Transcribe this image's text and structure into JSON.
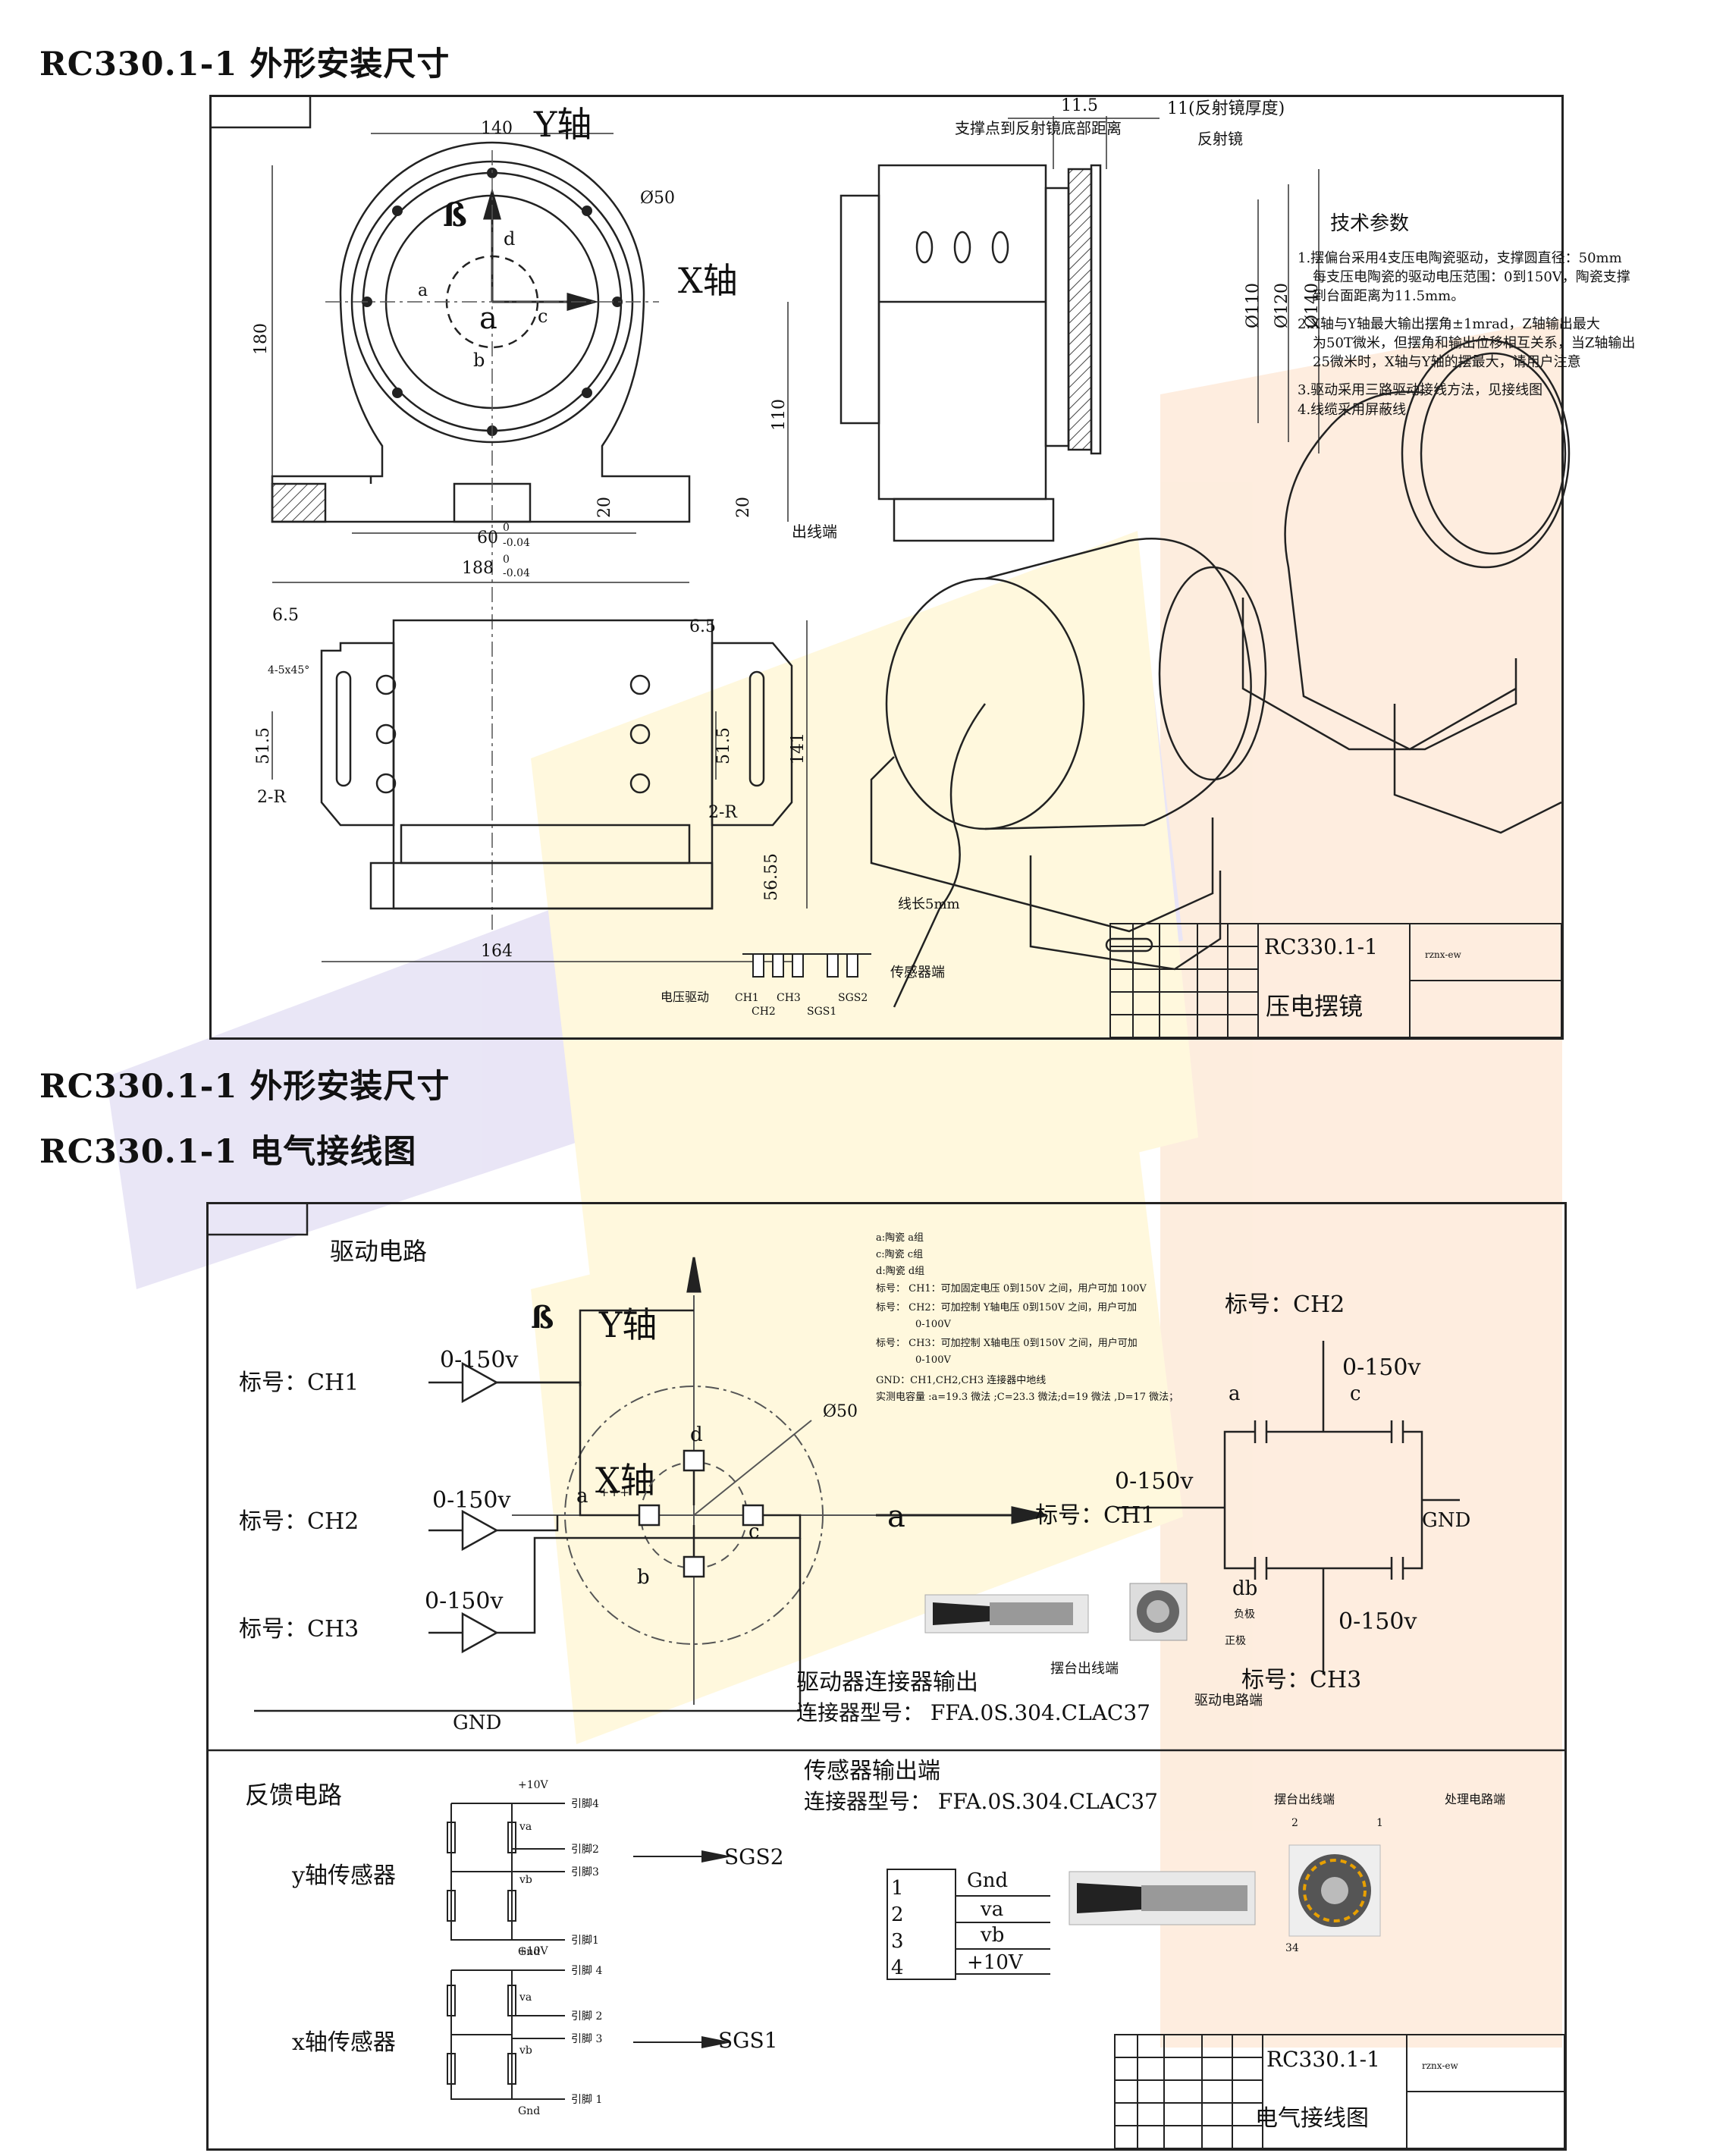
{
  "headings": {
    "h1": "RC330.1-1 外形安装尺寸",
    "h2": "RC330.1-1 外形安装尺寸",
    "h3": "RC330.1-1 电气接线图"
  },
  "drawing1": {
    "y_axis": "Y轴",
    "x_axis": "X轴",
    "dim_140": "140",
    "dim_180": "180",
    "dim_110": "110",
    "dim_20a": "20",
    "dim_20b": "20",
    "dim_60": "60",
    "tol_60_up": "0",
    "tol_60_low": "-0.04",
    "dim_188": "188",
    "tol_188_up": "0",
    "tol_188_low": "-0.04",
    "dia50": "Ø50",
    "beta": "ß",
    "lbl_a": "a",
    "lbl_a_big": "a",
    "lbl_b": "b",
    "lbl_c": "c",
    "lbl_d": "d",
    "dim_11_5": "11.5",
    "support_dist": "支撑点到反射镜底部距离",
    "mirror_thk": "11(反射镜厚度)",
    "mirror": "反射镜",
    "dia110": "Ø110",
    "dia120": "Ø120",
    "dia140": "Ø140",
    "tech_title": "技术参数",
    "tech_1a": "1.摆偏台采用4支压电陶瓷驱动，支撑圆直径：50mm",
    "tech_1b": "每支压电陶瓷的驱动电压范围：0到150V，陶瓷支撑",
    "tech_1c": "到台面距离为11.5mm。",
    "tech_2a": "2.X轴与Y轴最大输出摆角±1mrad，Z轴输出最大",
    "tech_2b": "为50T微米，但摆角和输出位移相互关系，当Z轴输出",
    "tech_2c": "25微米时，X轴与Y轴的摆最大，请用户注意",
    "tech_3": "3.驱动采用三路驱动接线方法，见接线图",
    "tech_4": "4.线缆采用屏蔽线",
    "dim_6_5a": "6.5",
    "dim_6_5b": "6.5",
    "chamfer": "4-5x45°",
    "dim_51_5a": "51.5",
    "dim_51_5b": "51.5",
    "r2a": "2-R",
    "r2b": "2-R",
    "dim_141": "141",
    "dim_56_55": "56.55",
    "dim_164": "164",
    "outlet": "出线端",
    "wire_len": "线长5mm",
    "sensor_end": "传感器端",
    "voltage_drive": "电压驱动",
    "ch1": "CH1",
    "ch2": "CH2",
    "ch3": "CH3",
    "sgs1": "SGS1",
    "sgs2": "SGS2",
    "tb_model": "RC330.1-1",
    "tb_code": "rznx-ew",
    "tb_name": "压电摆镜"
  },
  "drawing2": {
    "drive_circuit": "驱动电路",
    "y_axis": "Y轴",
    "x_axis": "X轴",
    "beta": "ß",
    "tag_ch1": "标号：CH1",
    "tag_ch2": "标号：CH2",
    "tag_ch3": "标号：CH3",
    "range1": "0-150v",
    "range2": "0-150v",
    "range3": "0-150v",
    "dia50": "Ø50",
    "lbl_a": "a",
    "lbl_b": "b",
    "lbl_c": "c",
    "lbl_d": "d",
    "pp": "+++",
    "gnd_left": "GND",
    "note_a": "a:陶瓷 a组",
    "note_c": "c:陶瓷 c组",
    "note_d": "d:陶瓷 d组",
    "note_ch1": "标号：  CH1：可加固定电压  0到150V 之间，用户可加   100V",
    "note_ch2a": "标号：  CH2：可加控制 Y轴电压 0到150V 之间，用户可加",
    "note_ch2b": "0-100V",
    "note_ch3a": "标号：  CH3：可加控制 X轴电压 0到150V 之间，用户可加",
    "note_ch3b": "0-100V",
    "note_gnd": "GND：CH1,CH2,CH3  连接器中地线",
    "note_cap": "实测电容量 :a=19.3 微法 ;C=23.3 微法;d=19 微法 ,D=17 微法；",
    "arrow_a": "a",
    "r_tag_ch2": "标号：CH2",
    "r_tag_ch1": "标号：CH1",
    "r_tag_ch3": "标号：CH3",
    "r_range_top": "0-150v",
    "r_range_mid": "0-150v",
    "r_range_bot": "0-150v",
    "r_a": "a",
    "r_c": "c",
    "r_db": "db",
    "r_gnd": "GND",
    "neg": "负极",
    "pos": "正极",
    "platform_out": "摆台出线端",
    "drive_end": "驱动电路端",
    "drv_conn_out": "驱动器连接器输出",
    "drv_conn_model": "连接器型号：  FFA.0S.304.CLAC37",
    "feedback": "反馈电路",
    "sensor_out": "传感器输出端",
    "sensor_model": "连接器型号：  FFA.0S.304.CLAC37",
    "y_sensor": "y轴传感器",
    "x_sensor": "x轴传感器",
    "p10v_1": "+10V",
    "p10v_2": "+10V",
    "pin4a": "引脚4",
    "pin2a": "引脚2",
    "pin3a": "引脚3",
    "pin1a": "引脚1",
    "pin4b": "引脚 4",
    "pin2b": "引脚 2",
    "pin3b": "引脚 3",
    "pin1b": "引脚 1",
    "va1": "va",
    "vb1": "vb",
    "va2": "va",
    "vb2": "vb",
    "gnd_s1": "Gnd",
    "gnd_s2": "Gnd",
    "sgs2": "SGS2",
    "sgs1": "SGS1",
    "pin_n1": "1",
    "pin_n2": "2",
    "pin_n3": "3",
    "pin_n4": "4",
    "sig_gnd": "Gnd",
    "sig_va": "va",
    "sig_vb": "vb",
    "sig_10v": "+10V",
    "platform_out2": "摆台出线端",
    "proc_end": "处理电路端",
    "c_2": "2",
    "c_1": "1",
    "c_34": "34",
    "tb_model": "RC330.1-1",
    "tb_code": "rznx-ew",
    "tb_name": "电气接线图"
  },
  "watermark_colors": {
    "purple": "#d9d4f0",
    "orange": "#fde3cc",
    "yellow": "#fff4c2"
  }
}
